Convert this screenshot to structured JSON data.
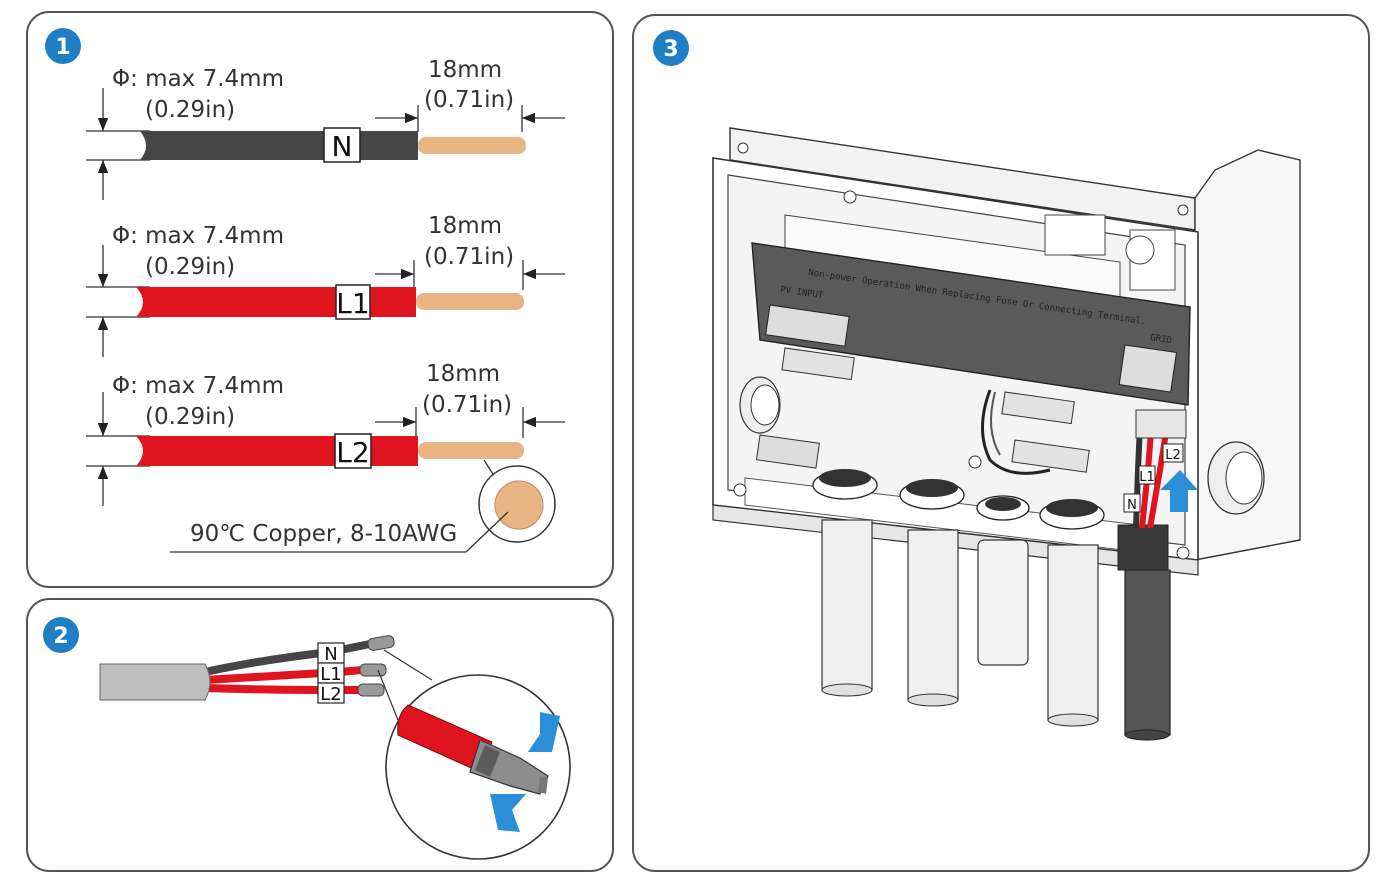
{
  "steps": [
    {
      "number": "1"
    },
    {
      "number": "2"
    },
    {
      "number": "3"
    }
  ],
  "wire_specs": {
    "diameter": "Φ: max 7.4mm",
    "diameter_in": "(0.29in)",
    "strip_length": "18mm",
    "strip_length_in": "(0.71in)"
  },
  "wires": [
    {
      "tag": "N"
    },
    {
      "tag": "L1"
    },
    {
      "tag": "L2"
    }
  ],
  "copper_note": "90℃ Copper, 8-10AWG",
  "step2_tags": [
    "N",
    "L1",
    "L2"
  ],
  "step3_tags": [
    "L1",
    "L2",
    "N"
  ],
  "panel_text": {
    "banner": "Non-power Operation When Replacing Fuse Or Connecting Terminal.",
    "pv_input": "PV INPUT",
    "grid": "GRID"
  },
  "colors": {
    "step_badge": "#1f7fc4",
    "neutral_wire": "#454545",
    "live_wire": "#e0141e",
    "copper": "#e8b583",
    "arrow": "#2a8fd6",
    "frame": "#555555"
  }
}
